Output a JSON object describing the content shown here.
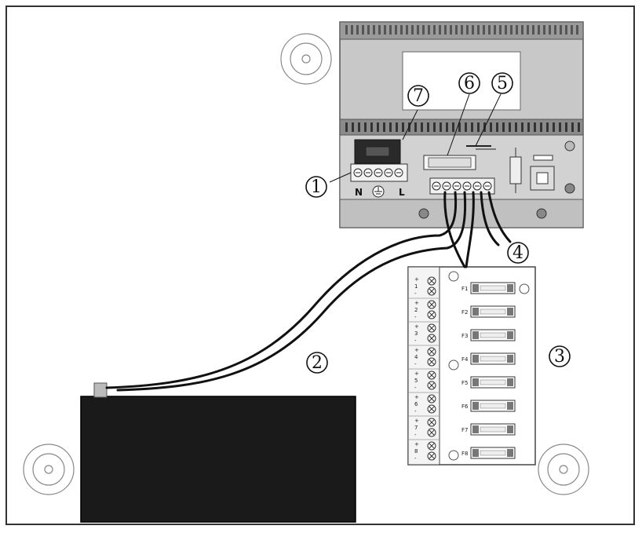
{
  "callouts": {
    "c1": "1",
    "c2": "2",
    "c3": "3",
    "c4": "4",
    "c5": "5",
    "c6": "6",
    "c7": "7"
  },
  "mains_terminal": {
    "n_label": "N",
    "l_label": "L"
  },
  "fuse_board": {
    "fuse_labels": [
      "F1",
      "F2",
      "F3",
      "F4",
      "F5",
      "F6",
      "F7",
      "F8"
    ],
    "output_labels": [
      "1",
      "2",
      "3",
      "4",
      "5",
      "6",
      "7",
      "8"
    ],
    "plus": "+",
    "minus": "-"
  },
  "colors": {
    "enclosure_line": "#333333",
    "psu_body": "#c8c8c8",
    "psu_dark": "#8a8a8a",
    "battery": "#1a1a1a",
    "wire": "#111111",
    "board": "#ffffff"
  }
}
